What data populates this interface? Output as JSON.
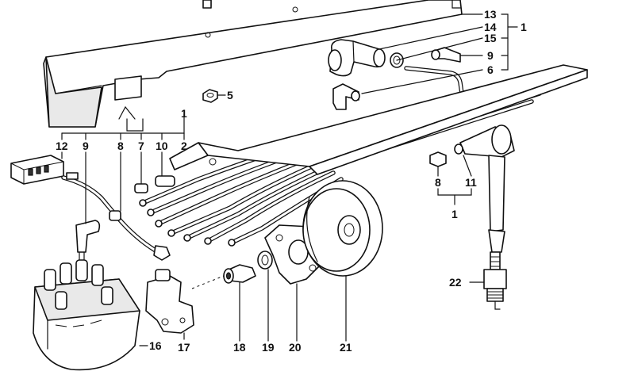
{
  "callouts": {
    "c1_top": "1",
    "c13": "13",
    "c14": "14",
    "c15": "15",
    "c9_top": "9",
    "c6": "6",
    "c5": "5",
    "c1_mid": "1",
    "c12": "12",
    "c9_left": "9",
    "c8_left": "8",
    "c7": "7",
    "c10": "10",
    "c2": "2",
    "c8_right": "8",
    "c11": "11",
    "c1_right": "1",
    "c22": "22",
    "c16": "16",
    "c17": "17",
    "c18": "18",
    "c19": "19",
    "c20": "20",
    "c21": "21"
  }
}
